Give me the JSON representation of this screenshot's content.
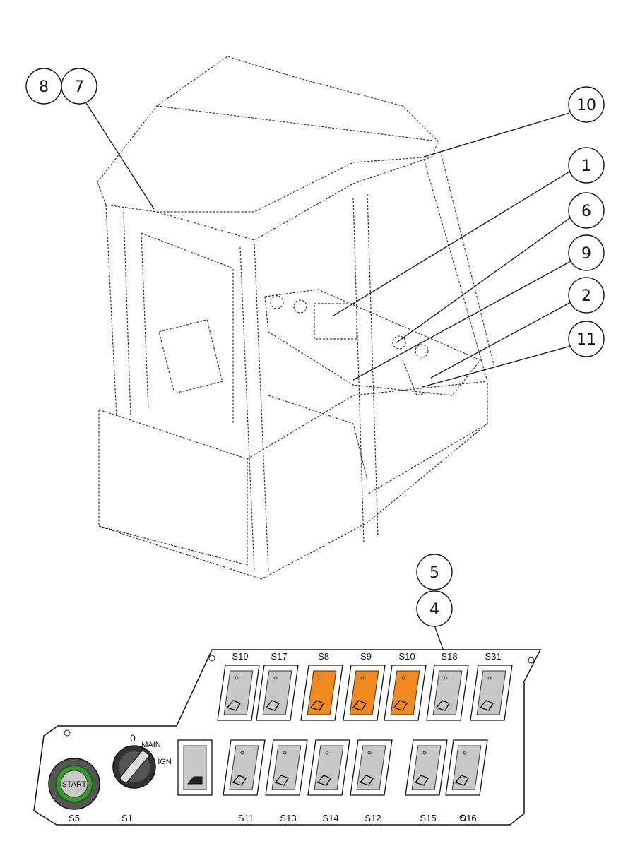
{
  "callouts": [
    {
      "id": "8",
      "label": "8"
    },
    {
      "id": "7",
      "label": "7"
    },
    {
      "id": "10",
      "label": "10"
    },
    {
      "id": "1",
      "label": "1"
    },
    {
      "id": "6",
      "label": "6"
    },
    {
      "id": "9",
      "label": "9"
    },
    {
      "id": "2",
      "label": "2"
    },
    {
      "id": "11",
      "label": "11"
    },
    {
      "id": "5",
      "label": "5"
    },
    {
      "id": "4",
      "label": "4"
    }
  ],
  "panel": {
    "top_row_switches": [
      "S19",
      "S17",
      "S8",
      "S9",
      "S10",
      "S18",
      "S31"
    ],
    "bottom_row_switches": [
      "S11",
      "S13",
      "S14",
      "S12",
      "S15",
      "S16"
    ],
    "start_button": {
      "label": "START",
      "switch": "S5"
    },
    "key_switch": {
      "switch": "S1",
      "pos_off": "0",
      "pos_main": "MAIN",
      "pos_ign": "IGN"
    }
  },
  "colors": {
    "highlight": "#f08a1e",
    "switch_face": "#c8c8c8",
    "start_ring": "#3a9a2e",
    "line": "#222222"
  }
}
